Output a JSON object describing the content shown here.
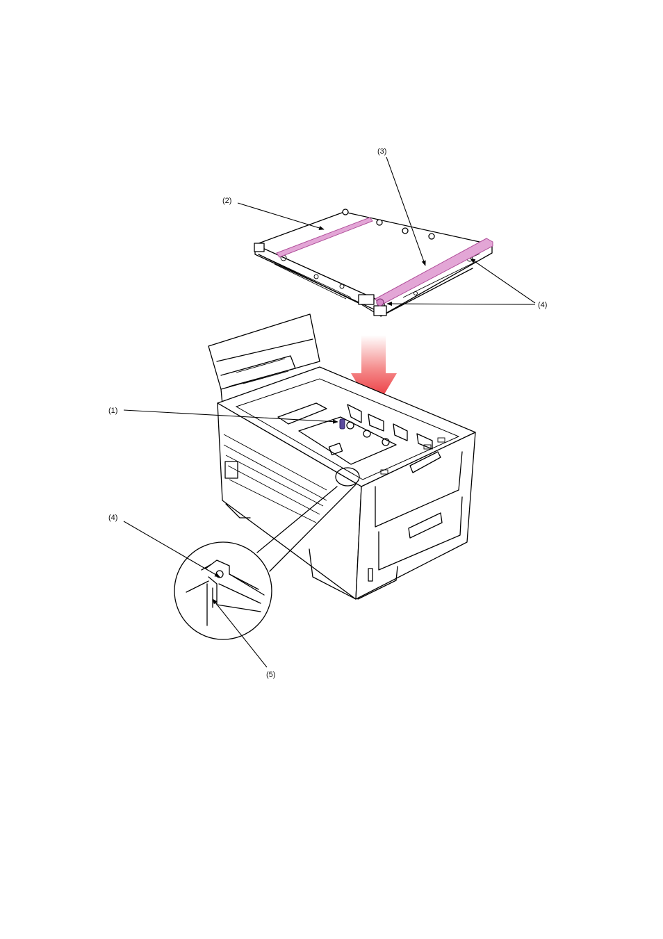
{
  "callouts": {
    "c1": "(1)",
    "c2": "(2)",
    "c3": "(3)",
    "c4a": "(4)",
    "c4b": "(4)",
    "c5": "(5)"
  },
  "colors": {
    "handle": "#e3a6d6",
    "handle_stroke": "#b04f9a",
    "arrow_top": "#ffffff",
    "arrow_bottom": "#e8141e",
    "post": "#5b4a9e"
  }
}
